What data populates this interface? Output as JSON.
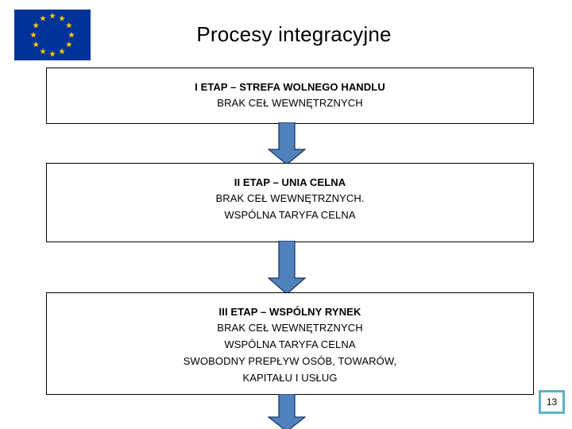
{
  "slide": {
    "title": "Procesy integracyjne",
    "page_number": "13"
  },
  "flag": {
    "name": "european-union-flag",
    "field_color": "#003399",
    "star_color": "#FFCC00",
    "star_count": 12
  },
  "colors": {
    "arrow_fill": "#4F81BD",
    "arrow_stroke": "#1F3864",
    "box_border": "#000000",
    "page_badge_border": "#5BB3C4",
    "background": "#FFFFFF"
  },
  "stages": [
    {
      "heading": "I ETAP – STREFA WOLNEGO HANDLU",
      "lines": [
        "BRAK CEŁ WEWNĘTRZNYCH"
      ]
    },
    {
      "heading": "II ETAP – UNIA CELNA",
      "lines": [
        "BRAK CEŁ WEWNĘTRZNYCH.",
        "WSPÓLNA TARYFA CELNA"
      ]
    },
    {
      "heading": "III ETAP – WSPÓLNY RYNEK",
      "lines": [
        "BRAK CEŁ WEWNĘTRZNYCH",
        "WSPÓLNA TARYFA CELNA",
        "SWOBODNY PREPŁYW OSÓB, TOWARÓW,",
        "KAPITAŁU I USŁUG"
      ]
    }
  ],
  "arrows": [
    {
      "name": "down-arrow-stage1-to-stage2",
      "direction": "down"
    },
    {
      "name": "down-arrow-stage2-to-stage3",
      "direction": "down"
    },
    {
      "name": "down-arrow-stage3-next",
      "direction": "down"
    }
  ]
}
